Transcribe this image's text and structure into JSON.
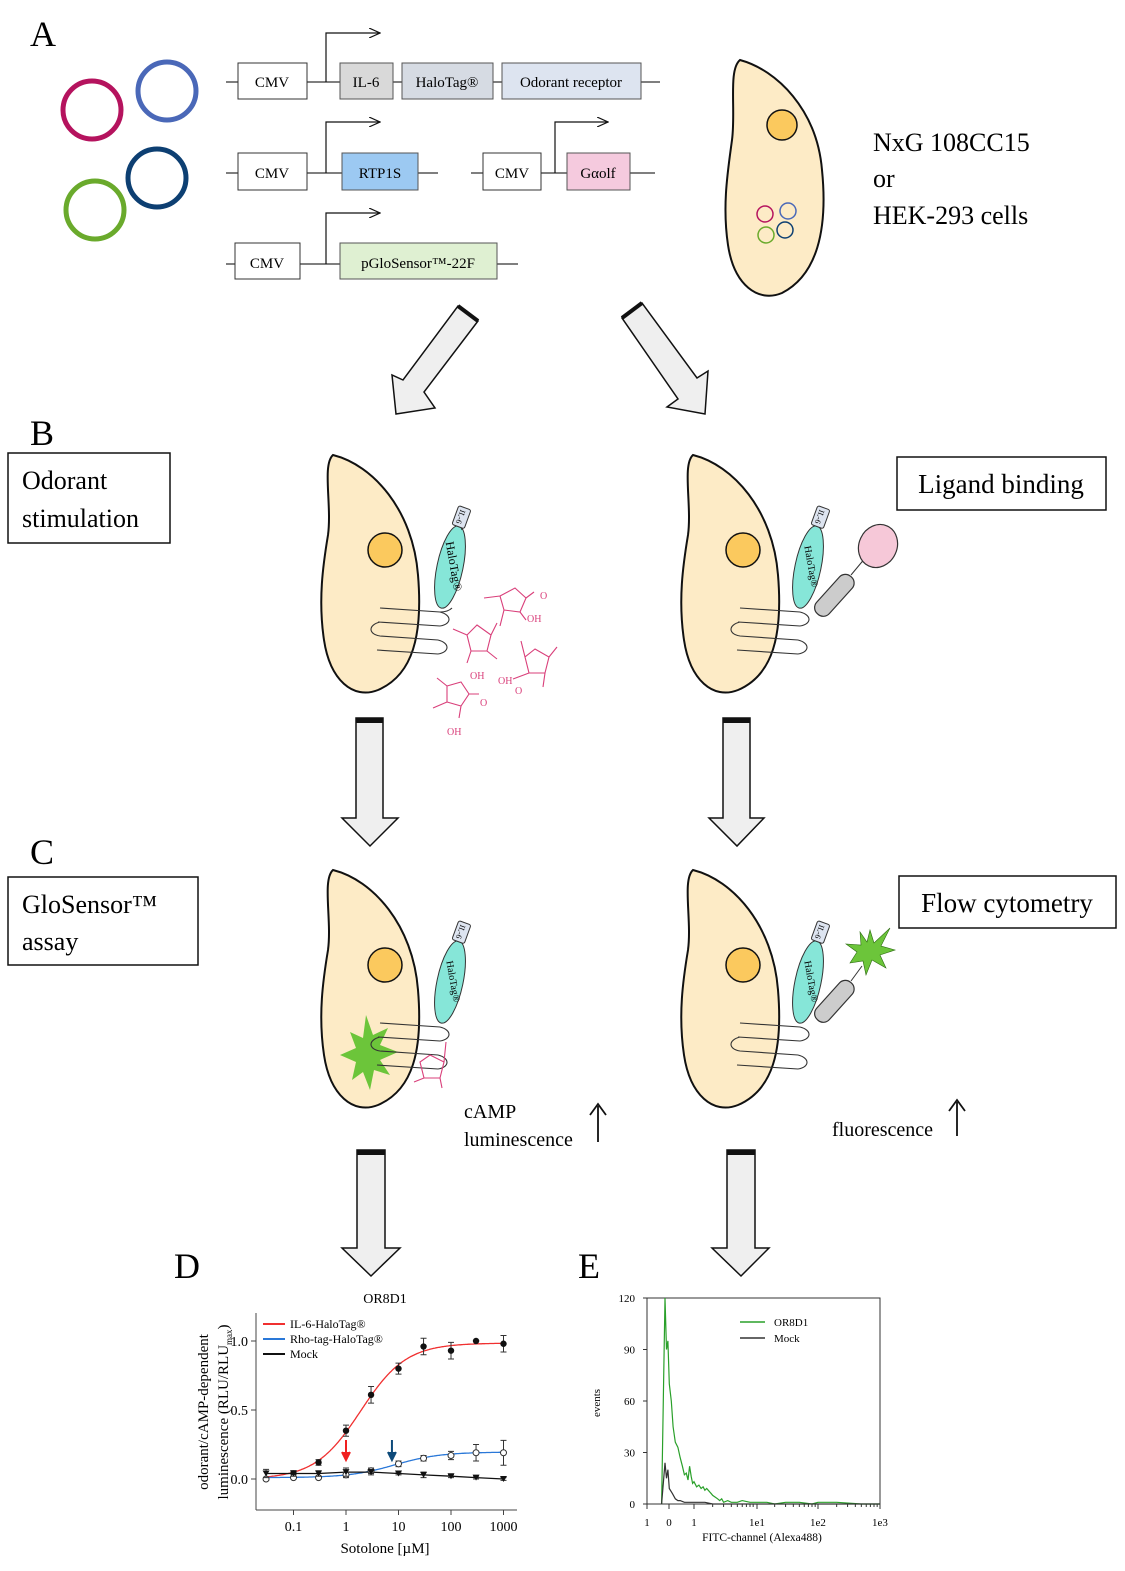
{
  "panels": {
    "A": {
      "letter": "A",
      "constructs": [
        {
          "promoter": "CMV",
          "genes": [
            "IL-6",
            "HaloTag®",
            "Odorant receptor"
          ]
        },
        {
          "promoter": "CMV",
          "genes": [
            "RTP1S"
          ]
        },
        {
          "promoter": "CMV",
          "genes": [
            "Gαolf"
          ]
        },
        {
          "promoter": "CMV",
          "genes": [
            "pGloSensor™-22F"
          ]
        }
      ],
      "cell_lines": [
        "NxG 108CC15",
        "or",
        "HEK-293 cells"
      ],
      "plasmid_colors": [
        "#b5135e",
        "#4a68b8",
        "#6aaa2c",
        "#0d3f72"
      ],
      "gene_colors": {
        "IL-6": "#d9d9d9",
        "HaloTag": "#d6dbe3",
        "Odorant receptor": "#dde4f0",
        "RTP1S": "#9cc9f2",
        "Gaolf": "#f5cade",
        "pGloSensor": "#dff0d2"
      }
    },
    "B": {
      "letter": "B",
      "left_box": [
        "Odorant",
        "stimulation"
      ],
      "right_box": "Ligand binding"
    },
    "C": {
      "letter": "C",
      "left_box": [
        "GloSensor™",
        "assay"
      ],
      "right_box": "Flow cytometry",
      "left_readout": [
        "cAMP",
        "luminescence"
      ],
      "right_readout": "fluorescence"
    },
    "labels": {
      "il6": "IL-6",
      "halotag": "HaloTag®",
      "oh": "OH",
      "o": "O"
    },
    "colors": {
      "cell_fill": "#fdebc6",
      "nucleus_fill": "#fbc95e",
      "halotag_fill": "#86e6d8",
      "odorant": "#d93f7a",
      "ligand_pink": "#f6c8d8",
      "ligand_gray": "#cccccc",
      "fluor_green": "#6cc53a",
      "arrow_fill": "#efefef"
    }
  },
  "chart_data": [
    {
      "panel": "D",
      "type": "line",
      "title": "OR8D1",
      "xlabel": "Sotolone [µM]",
      "ylabel_line1": "odorant/cAMP-dependent",
      "ylabel_line2": "luminescence (RLU/RLU",
      "ylabel_sub": "max",
      "ylabel_close": ")",
      "xscale": "log",
      "xlim": [
        0.025,
        1500
      ],
      "ylim": [
        -0.2,
        1.2
      ],
      "xticks": [
        0.1,
        1,
        10,
        100,
        1000
      ],
      "xtick_labels": [
        "0.1",
        "1",
        "10",
        "100",
        "1000"
      ],
      "yticks": [
        0.0,
        0.5,
        1.0
      ],
      "ytick_labels": [
        "0.0",
        "0.5",
        "1.0"
      ],
      "legend_position": "top-left",
      "x": [
        0.03,
        0.1,
        0.3,
        1,
        3,
        10,
        30,
        100,
        300,
        1000
      ],
      "series": [
        {
          "name": "IL-6-HaloTag®",
          "color": "#f03030",
          "marker": "filled-circle",
          "values": [
            0.0,
            0.04,
            0.12,
            0.35,
            0.61,
            0.8,
            0.96,
            0.93,
            1.0,
            0.98
          ],
          "errors": [
            0.01,
            0.02,
            0.02,
            0.04,
            0.06,
            0.04,
            0.06,
            0.06,
            0.0,
            0.06
          ],
          "fit": {
            "bottom": 0.0,
            "top": 0.985,
            "ec50": 1.9,
            "hill": 1.0
          }
        },
        {
          "name": "Rho-tag-HaloTag®",
          "color": "#2a78d8",
          "marker": "open-circle",
          "values": [
            0.0,
            0.01,
            0.01,
            0.03,
            0.06,
            0.11,
            0.15,
            0.17,
            0.19,
            0.19
          ],
          "errors": [
            0.01,
            0.01,
            0.01,
            0.02,
            0.02,
            0.02,
            0.02,
            0.03,
            0.06,
            0.09
          ],
          "fit": {
            "bottom": 0.01,
            "top": 0.195,
            "ec50": 8.5,
            "hill": 1.0
          }
        },
        {
          "name": "Mock",
          "color": "#111111",
          "marker": "filled-triangle-down",
          "values": [
            0.04,
            0.04,
            0.04,
            0.05,
            0.05,
            0.04,
            0.03,
            0.02,
            0.01,
            0.0
          ],
          "errors": [
            0.03,
            0.02,
            0.02,
            0.03,
            0.02,
            0.01,
            0.02,
            0.01,
            0.01,
            0.01
          ]
        }
      ],
      "annotations": [
        {
          "type": "arrow",
          "x": 1,
          "color": "#f02020"
        },
        {
          "type": "arrow",
          "x": 7.5,
          "color": "#0d4a7a"
        }
      ]
    },
    {
      "panel": "E",
      "type": "line",
      "title": "",
      "xlabel": "FITC-channel (Alexa488)",
      "ylabel": "events",
      "ylim": [
        0,
        120
      ],
      "yticks": [
        0,
        30,
        60,
        90,
        120
      ],
      "ytick_labels": [
        "0",
        "30",
        "60",
        "90",
        "120"
      ],
      "xtick_labels": [
        "1",
        "0",
        "1",
        "1e1",
        "1e2",
        "1e3"
      ],
      "legend_position": "top-right",
      "series": [
        {
          "name": "OR8D1",
          "color": "#2aa02a",
          "x": [
            0.3,
            0.32,
            0.34,
            0.36,
            0.38,
            0.4,
            0.43,
            0.46,
            0.5,
            0.55,
            0.6,
            0.65,
            0.7,
            0.75,
            0.8,
            0.85,
            0.9,
            0.95,
            1.0,
            1.1,
            1.2,
            1.3,
            1.4,
            1.5,
            1.6,
            1.7,
            1.8,
            1.9,
            2.0,
            2.2,
            2.4,
            2.6,
            2.8,
            3.0,
            3.5,
            4,
            5,
            6,
            8,
            10,
            15,
            20,
            30,
            50,
            80,
            100,
            200,
            500,
            1000
          ],
          "values": [
            0,
            60,
            120,
            90,
            95,
            70,
            60,
            45,
            36,
            33,
            27,
            22,
            17,
            18,
            14,
            22,
            16,
            12,
            13,
            10,
            11,
            9,
            10,
            8,
            9,
            8,
            7,
            6,
            5,
            4,
            3,
            2,
            3,
            1,
            2,
            1,
            1,
            2,
            1,
            1,
            1,
            0,
            1,
            1,
            0,
            1,
            1,
            0,
            0
          ]
        },
        {
          "name": "Mock",
          "color": "#333333",
          "x": [
            0.3,
            0.32,
            0.34,
            0.36,
            0.38,
            0.4,
            0.45,
            0.5,
            0.55,
            0.6,
            0.7,
            0.8,
            1.0,
            1.5,
            2,
            3,
            5,
            10,
            100,
            1000
          ],
          "values": [
            0,
            12,
            24,
            15,
            20,
            9,
            6,
            3,
            2,
            2,
            1,
            1,
            1,
            1,
            0,
            0,
            0,
            0,
            0,
            0
          ]
        }
      ]
    }
  ]
}
